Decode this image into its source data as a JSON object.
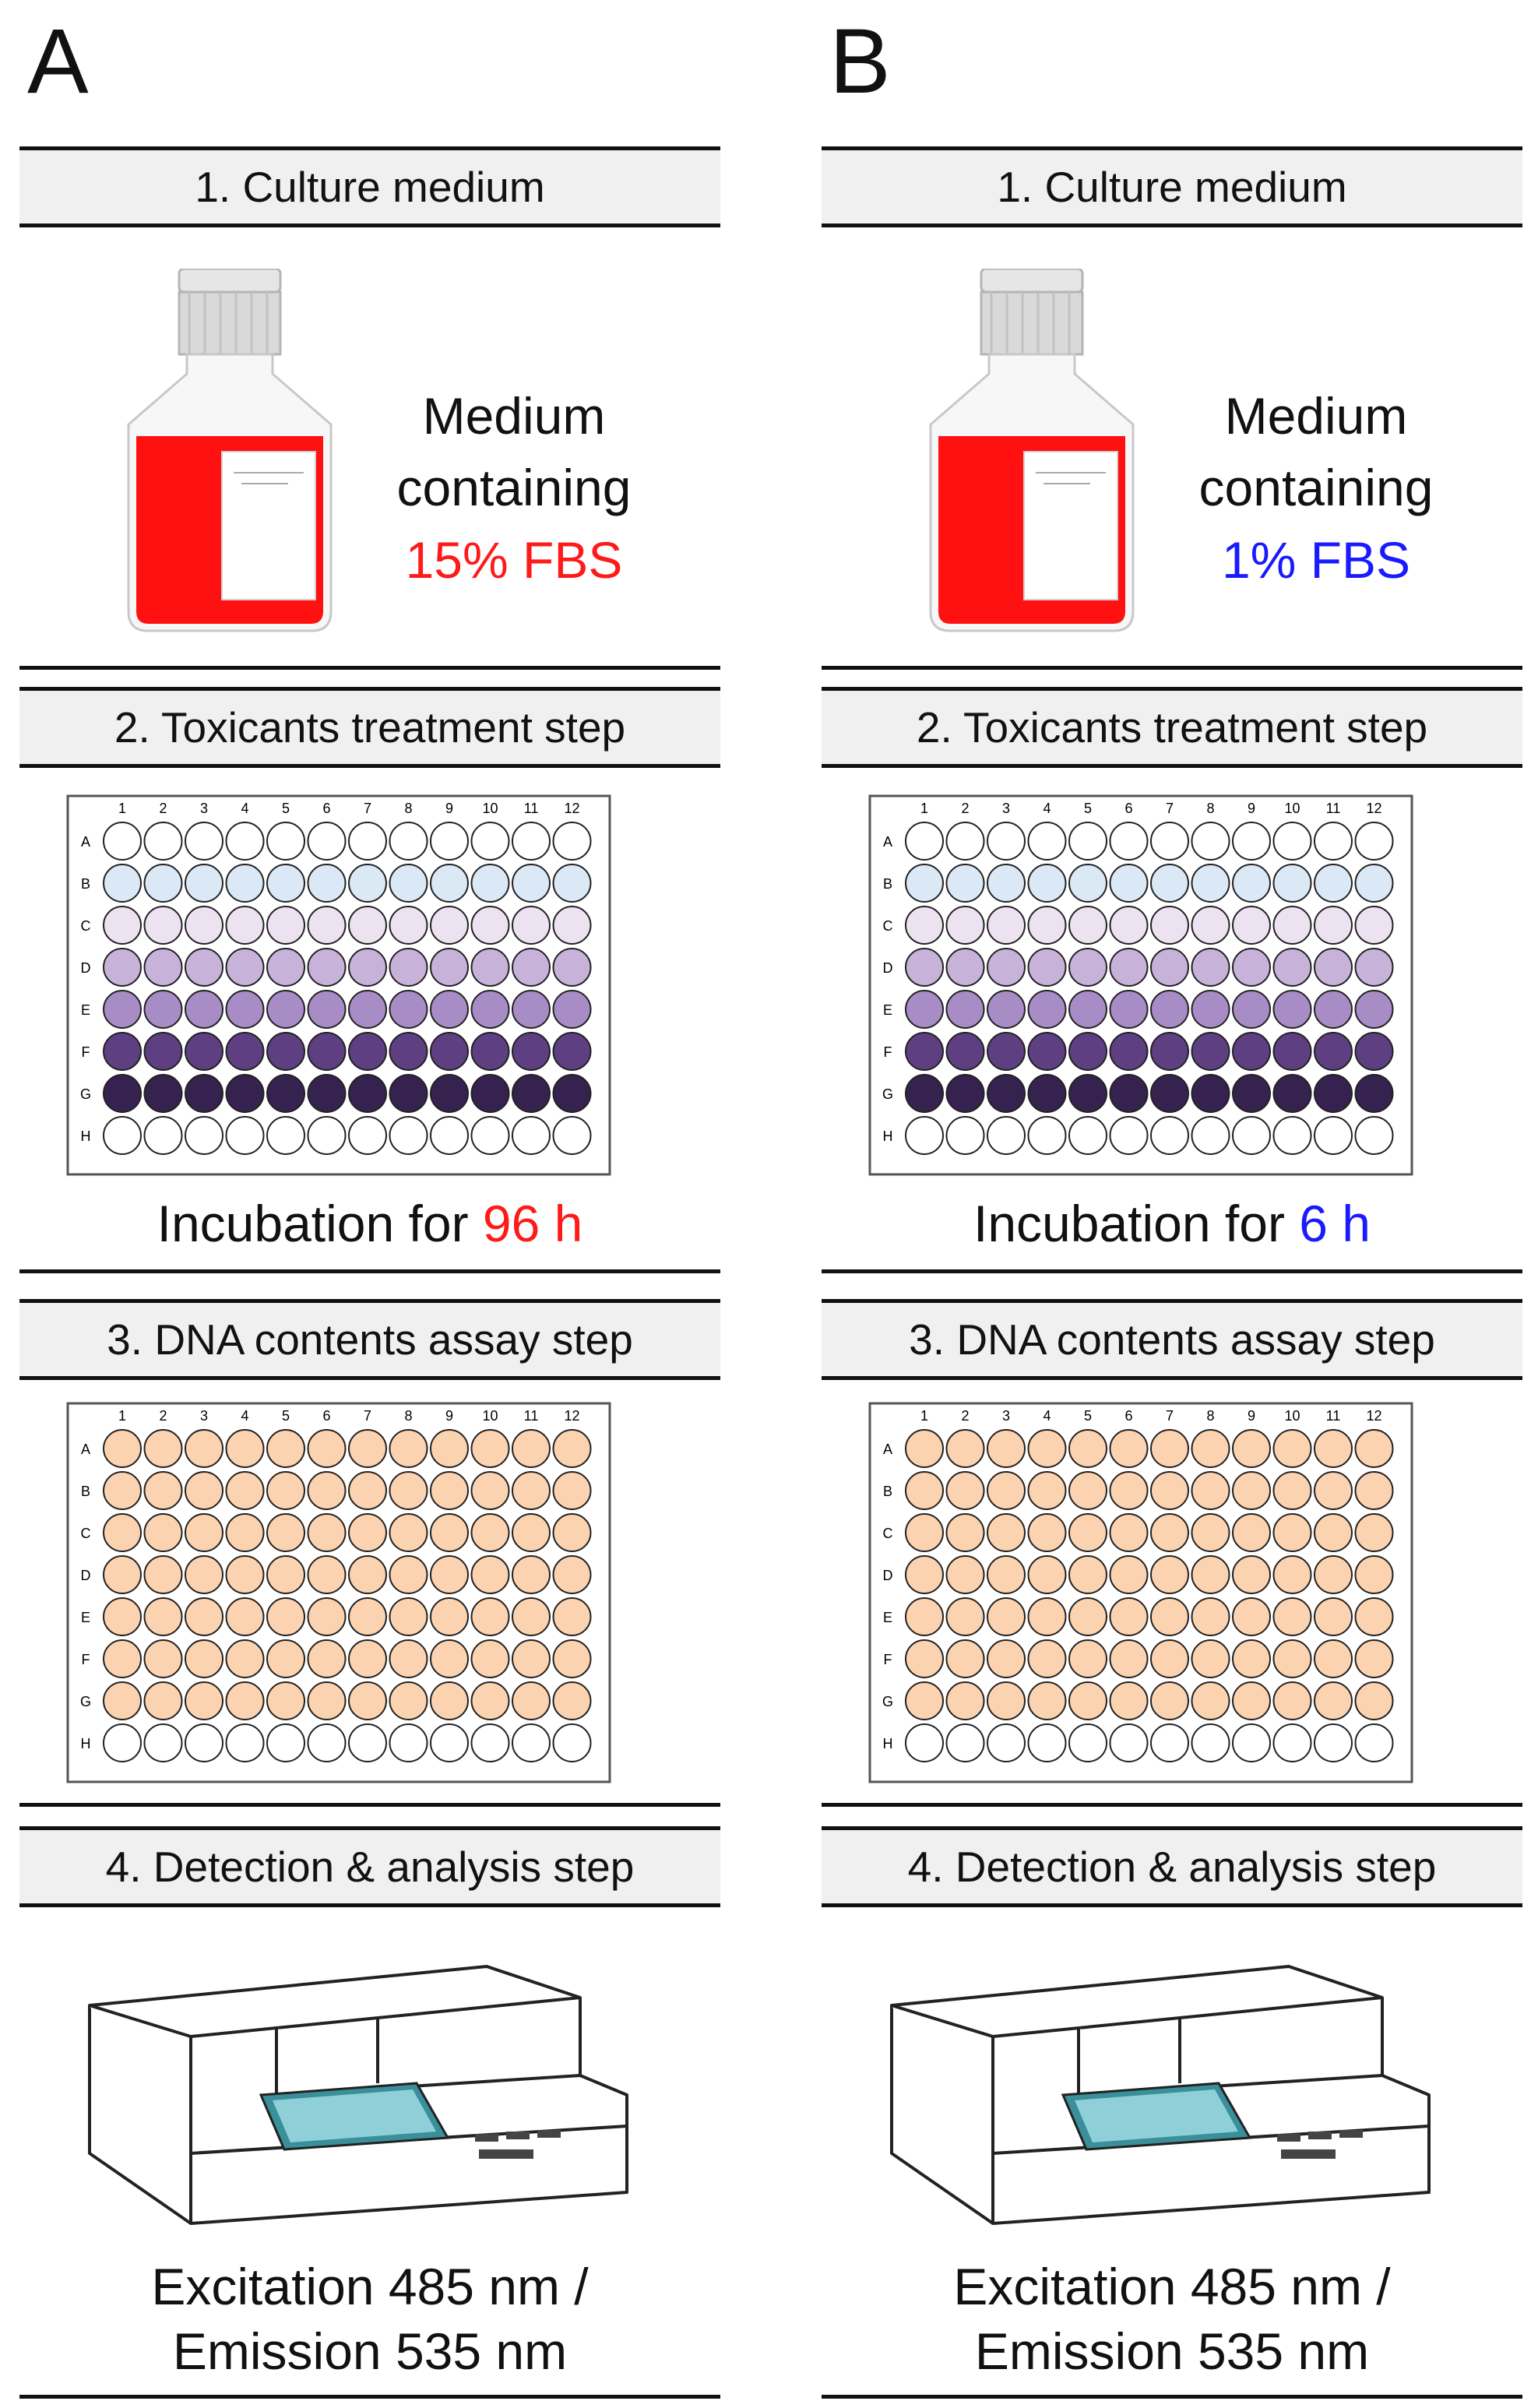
{
  "colors": {
    "accent_A": "#ff1a1a",
    "accent_B": "#1a1aff",
    "header_bg": "#f0f0f0",
    "dna_well": "#fcd3b0",
    "row_colors": [
      "#ffffff",
      "#dbe8f5",
      "#ece2f0",
      "#c7b2d9",
      "#a88cc6",
      "#5e3f82",
      "#35224f",
      "#ffffff"
    ]
  },
  "plate": {
    "columns": [
      "1",
      "2",
      "3",
      "4",
      "5",
      "6",
      "7",
      "8",
      "9",
      "10",
      "11",
      "12"
    ],
    "rows": [
      "A",
      "B",
      "C",
      "D",
      "E",
      "F",
      "G",
      "H"
    ]
  },
  "panels": [
    {
      "letter": "A",
      "step1": "1. Culture medium",
      "medium_line1": "Medium",
      "medium_line2": "containing",
      "fbs": "15% FBS",
      "step2": "2. Toxicants treatment step",
      "incubation_prefix": "Incubation for ",
      "incubation_time": "96 h",
      "step3": "3. DNA  contents assay step",
      "step4": "4. Detection & analysis step",
      "detect_line1": "Excitation 485 nm /",
      "detect_line2": "Emission 535 nm"
    },
    {
      "letter": "B",
      "step1": "1. Culture medium",
      "medium_line1": "Medium",
      "medium_line2": "containing",
      "fbs": "1% FBS",
      "step2": "2. Toxicants treatment step",
      "incubation_prefix": "Incubation for ",
      "incubation_time": "6 h",
      "step3": "3. DNA  contents assay step",
      "step4": "4. Detection & analysis step",
      "detect_line1": "Excitation 485 nm /",
      "detect_line2": "Emission 535 nm"
    }
  ]
}
